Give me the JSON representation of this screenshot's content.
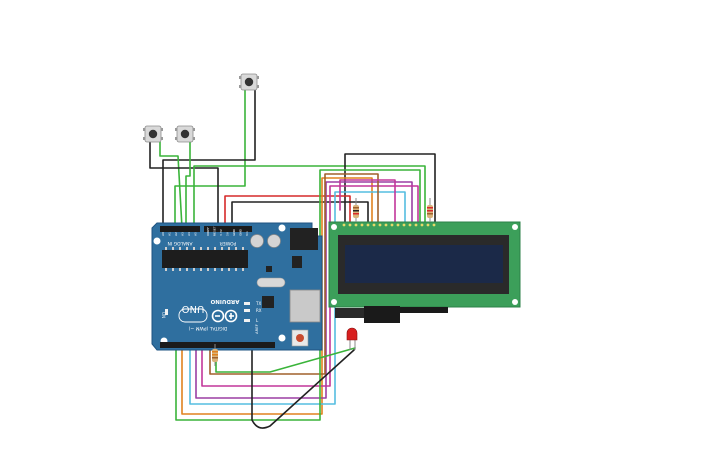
{
  "board": {
    "brand": "ARDUINO",
    "model": "UNO",
    "analog_header": "ANALOG IN",
    "power_header": "POWER",
    "digital_header": "DIGITAL (PWM ~)",
    "led_on": "ON",
    "led_tx": "TX",
    "led_rx": "RX",
    "led_l": "L",
    "aref": "AREF",
    "analog_pins": [
      "A0",
      "A1",
      "A2",
      "A3",
      "A4",
      "A5"
    ],
    "power_pins": [
      "Vin",
      "GND",
      "GND",
      "5V",
      "3.3V",
      "RESET",
      "IOREF"
    ]
  },
  "colors": {
    "board_blue": "#2f6f9f",
    "lcd_pcb": "#3c9f5a",
    "lcd_screen": "#1b2948",
    "wire_green": "#3ab43a",
    "wire_black": "#222222",
    "wire_red": "#d62a2a",
    "wire_orange": "#e0821f",
    "wire_purple": "#9b3fa3",
    "wire_magenta": "#c2369a",
    "wire_cyan": "#55bde0",
    "wire_brown": "#a0612c",
    "led_red": "#d81f1f"
  },
  "components": {
    "buttons": [
      "pushbutton-left",
      "pushbutton-middle",
      "pushbutton-top"
    ],
    "resistors": [
      "resistor-lcd-contrast",
      "resistor-lcd-backlight",
      "resistor-led"
    ],
    "led": "led-red",
    "lcd": "lcd-16x2",
    "icons": [
      "infinity-logo-icon"
    ]
  }
}
